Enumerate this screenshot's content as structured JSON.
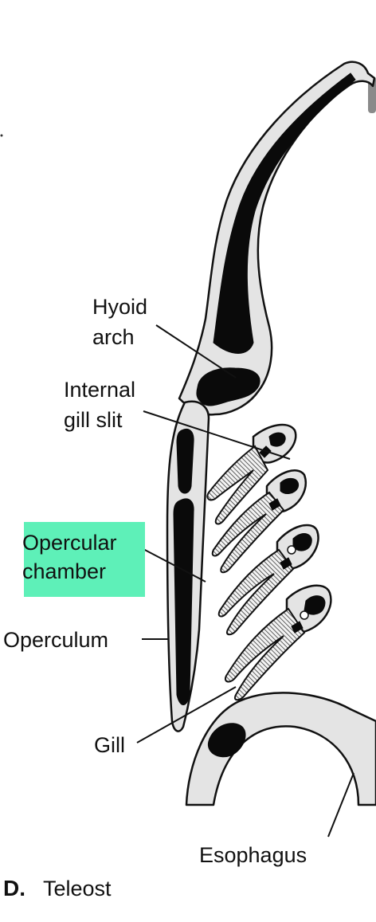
{
  "labels": {
    "hyoid_line1": "Hyoid",
    "hyoid_line2": "arch",
    "internal_line1": "Internal",
    "internal_line2": "gill slit",
    "opercular_line1": "Opercular",
    "opercular_line2": "chamber",
    "operculum": "Operculum",
    "gill": "Gill",
    "esophagus": "Esophagus"
  },
  "caption": {
    "letter": "D.",
    "title": "Teleost"
  },
  "colors": {
    "highlight": "#5ef0b8",
    "tissue_fill": "#e4e4e4",
    "bone": "#0a0a0a",
    "outline": "#111111"
  }
}
